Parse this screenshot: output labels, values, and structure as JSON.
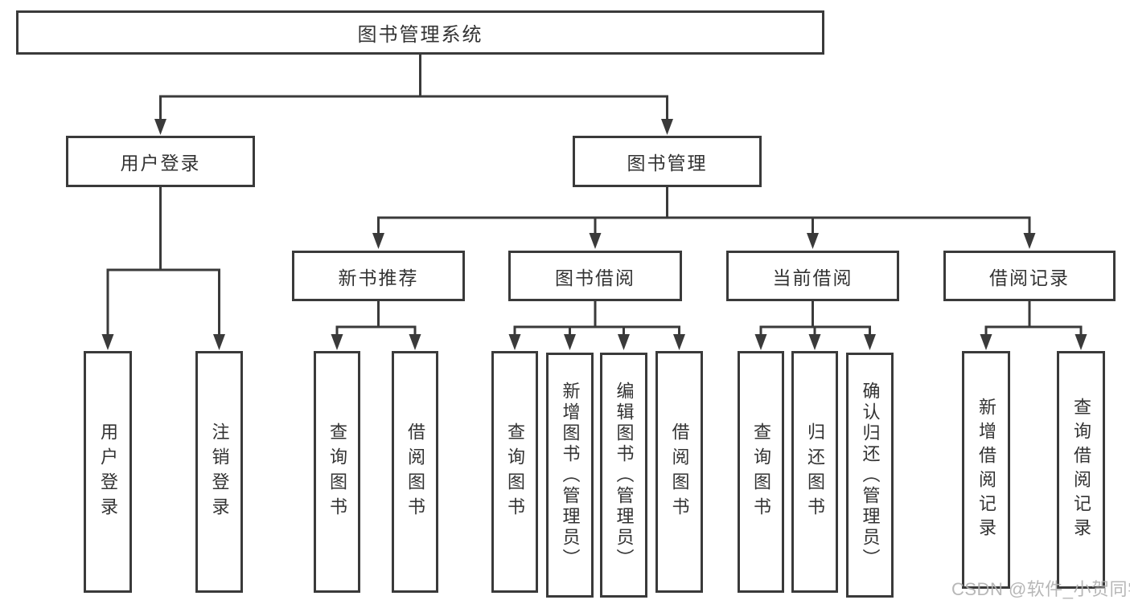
{
  "diagram": {
    "root": {
      "label": "图书管理系统"
    },
    "level2": [
      {
        "label": "用户登录"
      },
      {
        "label": "图书管理"
      }
    ],
    "level3": [
      {
        "label": "新书推荐"
      },
      {
        "label": "图书借阅"
      },
      {
        "label": "当前借阅"
      },
      {
        "label": "借阅记录"
      }
    ],
    "leaves": [
      {
        "label": "用户登录"
      },
      {
        "label": "注销登录"
      },
      {
        "label": "查询图书"
      },
      {
        "label": "借阅图书"
      },
      {
        "label": "查询图书"
      },
      {
        "label": "新增图书（管理员）"
      },
      {
        "label": "编辑图书（管理员）"
      },
      {
        "label": "借阅图书"
      },
      {
        "label": "查询图书"
      },
      {
        "label": "归还图书"
      },
      {
        "label": "确认归还（管理员）"
      },
      {
        "label": "新增借阅记录"
      },
      {
        "label": "查询借阅记录"
      }
    ]
  },
  "watermark": {
    "text": "CSDN @软件_小贺同学"
  },
  "colors": {
    "line": "#3a3a3a",
    "box_border": "#3a3a3a",
    "text": "#333333",
    "watermark": "#b0b0b0",
    "background": "#ffffff"
  }
}
